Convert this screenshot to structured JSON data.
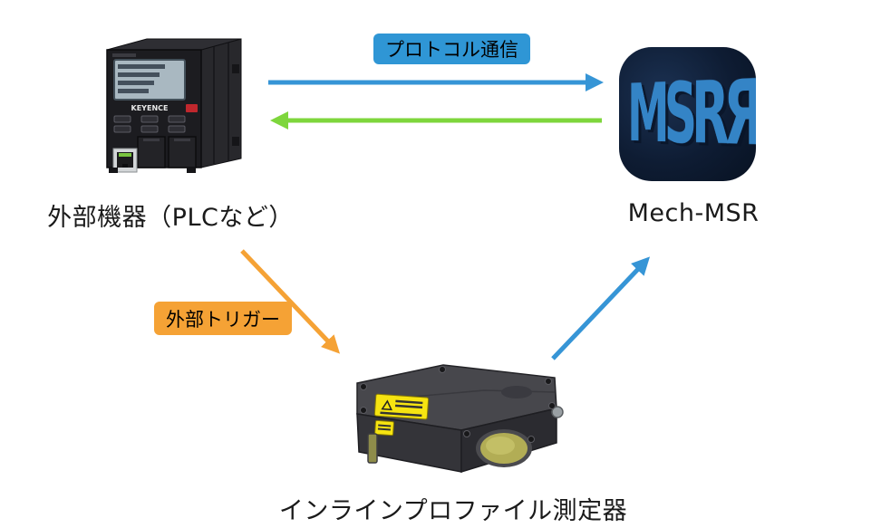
{
  "diagram": {
    "nodes": {
      "plc": {
        "label": "外部機器（PLCなど）",
        "brand": "KEYENCE"
      },
      "mech_msr": {
        "label": "Mech-MSR",
        "icon_text": "MSRЯ"
      },
      "profiler": {
        "label": "インラインプロファイル測定器"
      }
    },
    "edges": [
      {
        "id": "protocol-communication",
        "label": "プロトコル通信",
        "from": "外部機器（PLCなど）",
        "to": "Mech-MSR",
        "color": "#3695d6",
        "style": "solid-arrow-right"
      },
      {
        "id": "protocol-response",
        "label": "",
        "from": "Mech-MSR",
        "to": "外部機器（PLCなど）",
        "color": "#7ed63c",
        "style": "solid-arrow-left"
      },
      {
        "id": "external-trigger",
        "label": "外部トリガー",
        "from": "外部機器（PLCなど）",
        "to": "インラインプロファイル測定器",
        "color": "#f5a235",
        "style": "solid-arrow-diagonal-down"
      },
      {
        "id": "measurement-output",
        "label": "",
        "from": "インラインプロファイル測定器",
        "to": "Mech-MSR",
        "color": "#3695d6",
        "style": "solid-arrow-diagonal-up"
      }
    ],
    "colors": {
      "arrow_blue": "#3695d6",
      "arrow_green": "#7ed63c",
      "arrow_orange": "#f5a235",
      "badge_blue": "#2f96d5",
      "badge_orange": "#f5a235",
      "icon_background": "#0e1c33",
      "icon_letters": "#3484c6",
      "background": "#ffffff"
    }
  }
}
